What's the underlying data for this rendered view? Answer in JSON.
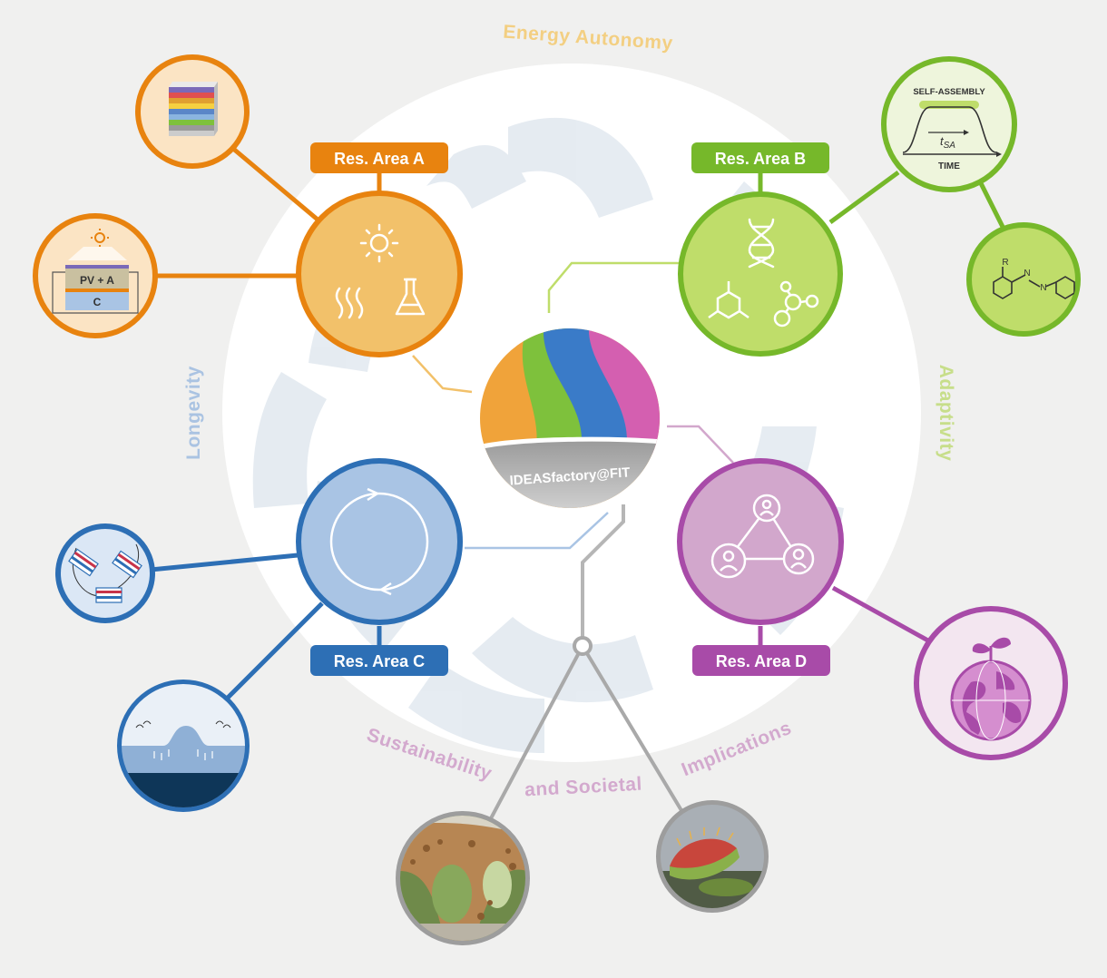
{
  "themes": {
    "top": "Energy Autonomy",
    "left": "Longevity",
    "right": "Adaptivity",
    "bottom_1": "Sustainability",
    "bottom_2": "and Societal",
    "bottom_3": "Implications"
  },
  "center": {
    "label": "IDEASfactory@FIT"
  },
  "areas": {
    "a": {
      "label": "Res. Area A",
      "color": "#e8830f",
      "fill": "#f2c16a"
    },
    "b": {
      "label": "Res. Area B",
      "color": "#76b82a",
      "fill": "#bfdd6a"
    },
    "c": {
      "label": "Res. Area C",
      "color": "#2d6fb5",
      "fill": "#a9c4e4"
    },
    "d": {
      "label": "Res. Area D",
      "color": "#a84ba8",
      "fill": "#d2a7cc"
    }
  },
  "satellites": {
    "a_cell": {
      "top": "PV + A",
      "bottom": "C"
    },
    "b_graph": {
      "title": "SELF-ASSEMBLY",
      "t_main": "t",
      "t_sub": "SA",
      "axis": "TIME"
    },
    "b_molecule": {
      "r": "R",
      "n1": "N",
      "n2": "N"
    }
  },
  "icons": [
    "sun-icon",
    "heat-waves-icon",
    "flask-icon",
    "dna-icon",
    "molecule-icon",
    "network-icon",
    "cycle-arrows-icon",
    "people-network-icon",
    "globe-plant-icon"
  ]
}
